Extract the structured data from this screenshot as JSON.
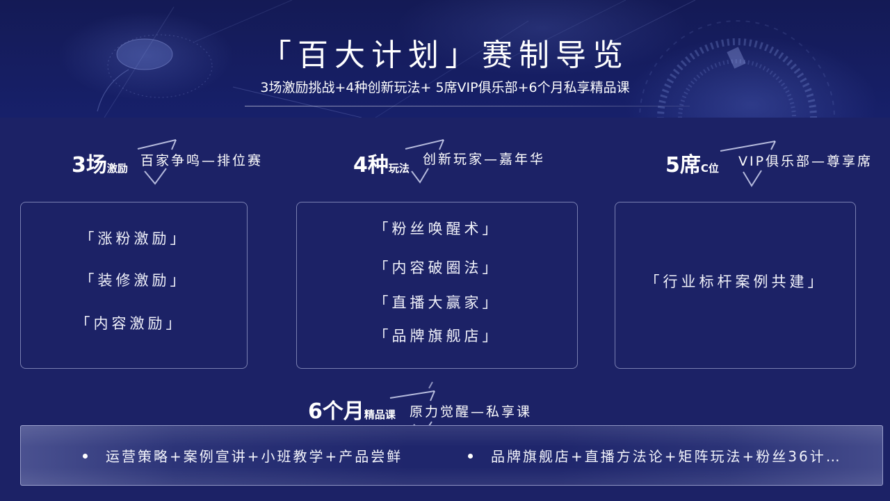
{
  "header": {
    "title": "「百大计划」赛制导览",
    "subtitle": "3场激励挑战+4种创新玩法+ 5席VIP俱乐部+6个月私享精品课"
  },
  "sections": [
    {
      "big": "3场",
      "small": "激励",
      "tag": "百家争鸣—排位赛",
      "items": [
        "「涨粉激励」",
        "「装修激励」",
        "「内容激励」"
      ]
    },
    {
      "big": "4种",
      "small": "玩法",
      "tag": "创新玩家—嘉年华",
      "items": [
        "「粉丝唤醒术」",
        "「内容破圈法」",
        "「直播大赢家」",
        "「品牌旗舰店」"
      ]
    },
    {
      "big": "5席",
      "small": "C位",
      "tag": "VIP俱乐部—尊享席",
      "items": [
        "「行业标杆案例共建」"
      ]
    }
  ],
  "course": {
    "big": "6个月",
    "small": "精品课",
    "tag": "原力觉醒—私享课",
    "bullets": [
      "运营策略+案例宣讲+小班教学+产品尝鲜",
      "品牌旗舰店+直播方法论+矩阵玩法+粉丝36计…"
    ]
  },
  "colors": {
    "background": "#1c2266",
    "header_band": "#151b5a",
    "text": "#ffffff",
    "card_border": "#c8cdf0"
  }
}
